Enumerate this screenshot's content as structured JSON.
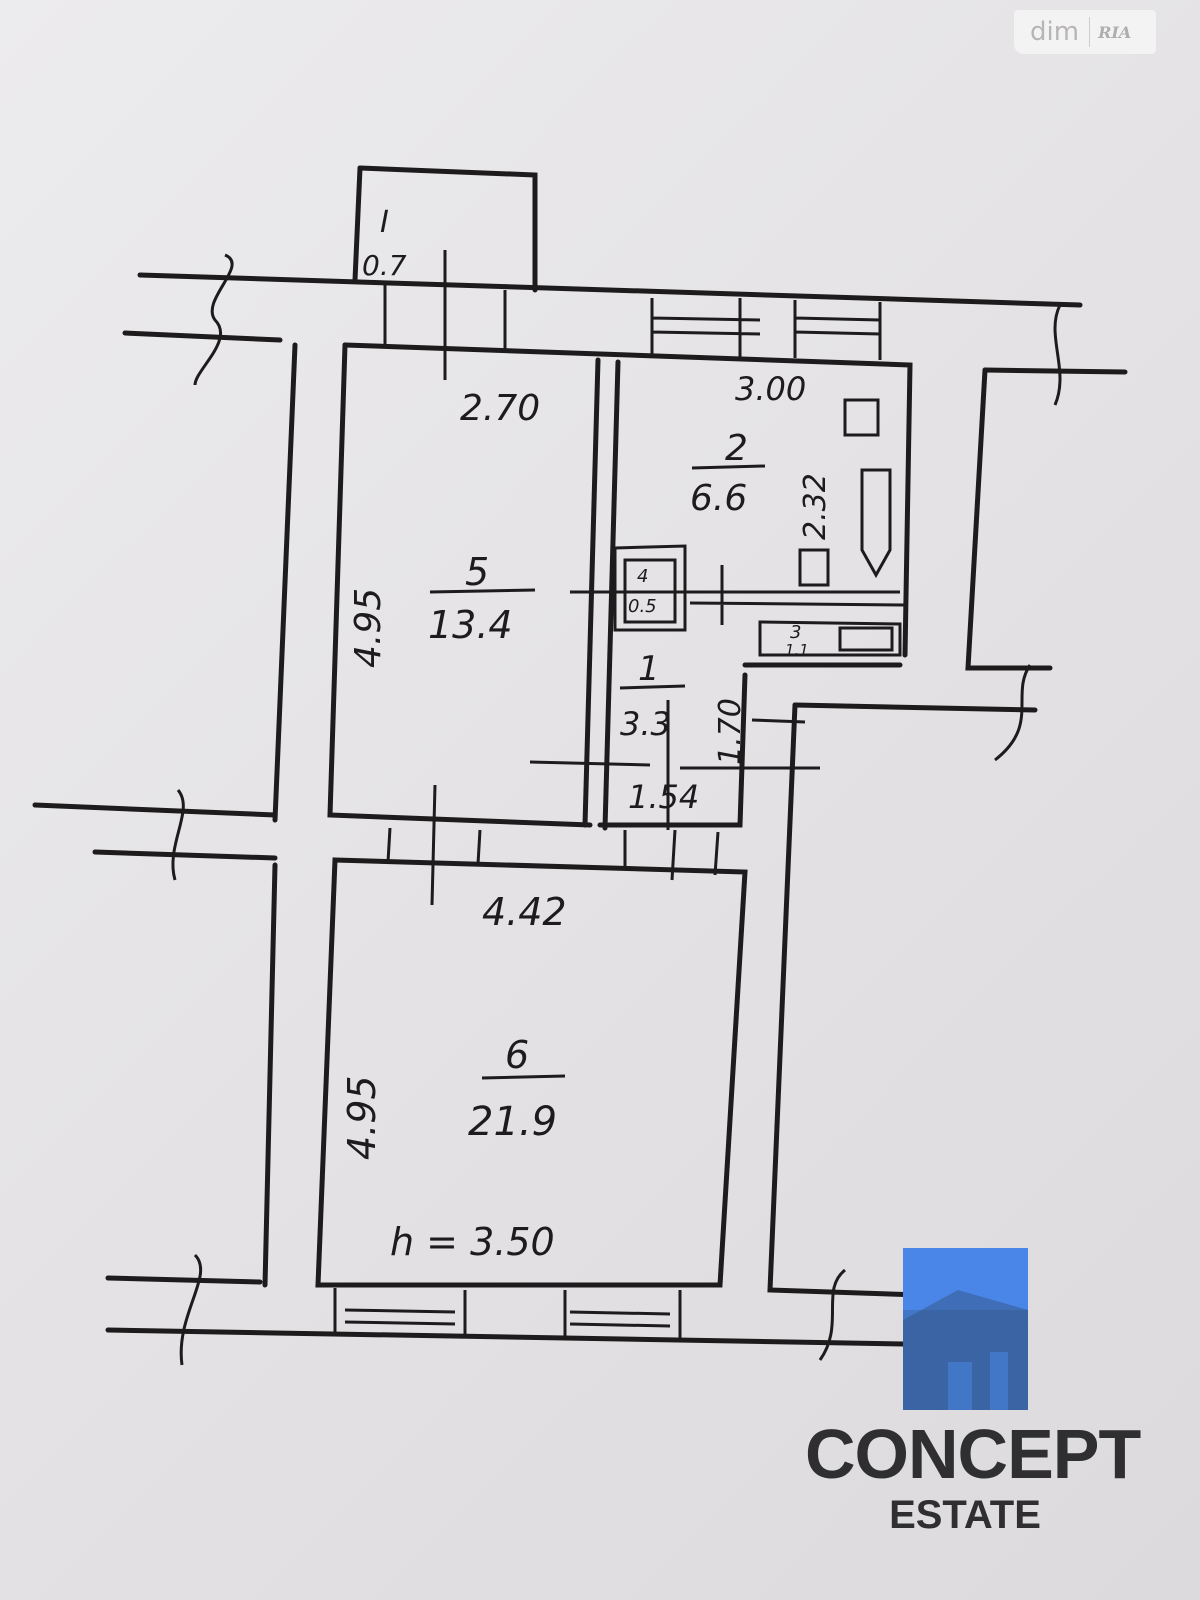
{
  "watermark": {
    "left": "dim",
    "right": "RIA"
  },
  "rooms": [
    {
      "number": "I",
      "area": "0.7"
    },
    {
      "number": "5",
      "area": "13.4"
    },
    {
      "number": "2",
      "area": "6.6"
    },
    {
      "number": "4",
      "area": "0.5"
    },
    {
      "number": "3",
      "area": "1.1"
    },
    {
      "number": "1",
      "area": "3.3"
    },
    {
      "number": "6",
      "area": "21.9"
    }
  ],
  "dimensions": {
    "room5_width": "2.70",
    "room5_length": "4.95",
    "room2_width": "3.00",
    "room2_length": "2.32",
    "room1_length": "1.70",
    "room1_width": "1.54",
    "room6_width": "4.42",
    "room6_length": "4.95",
    "ceiling_height": "h = 3.50"
  },
  "logo": {
    "line1": "CONCEPT",
    "line2": "ESTATE",
    "colors": [
      "#4a86e8",
      "#2f2f31"
    ]
  }
}
